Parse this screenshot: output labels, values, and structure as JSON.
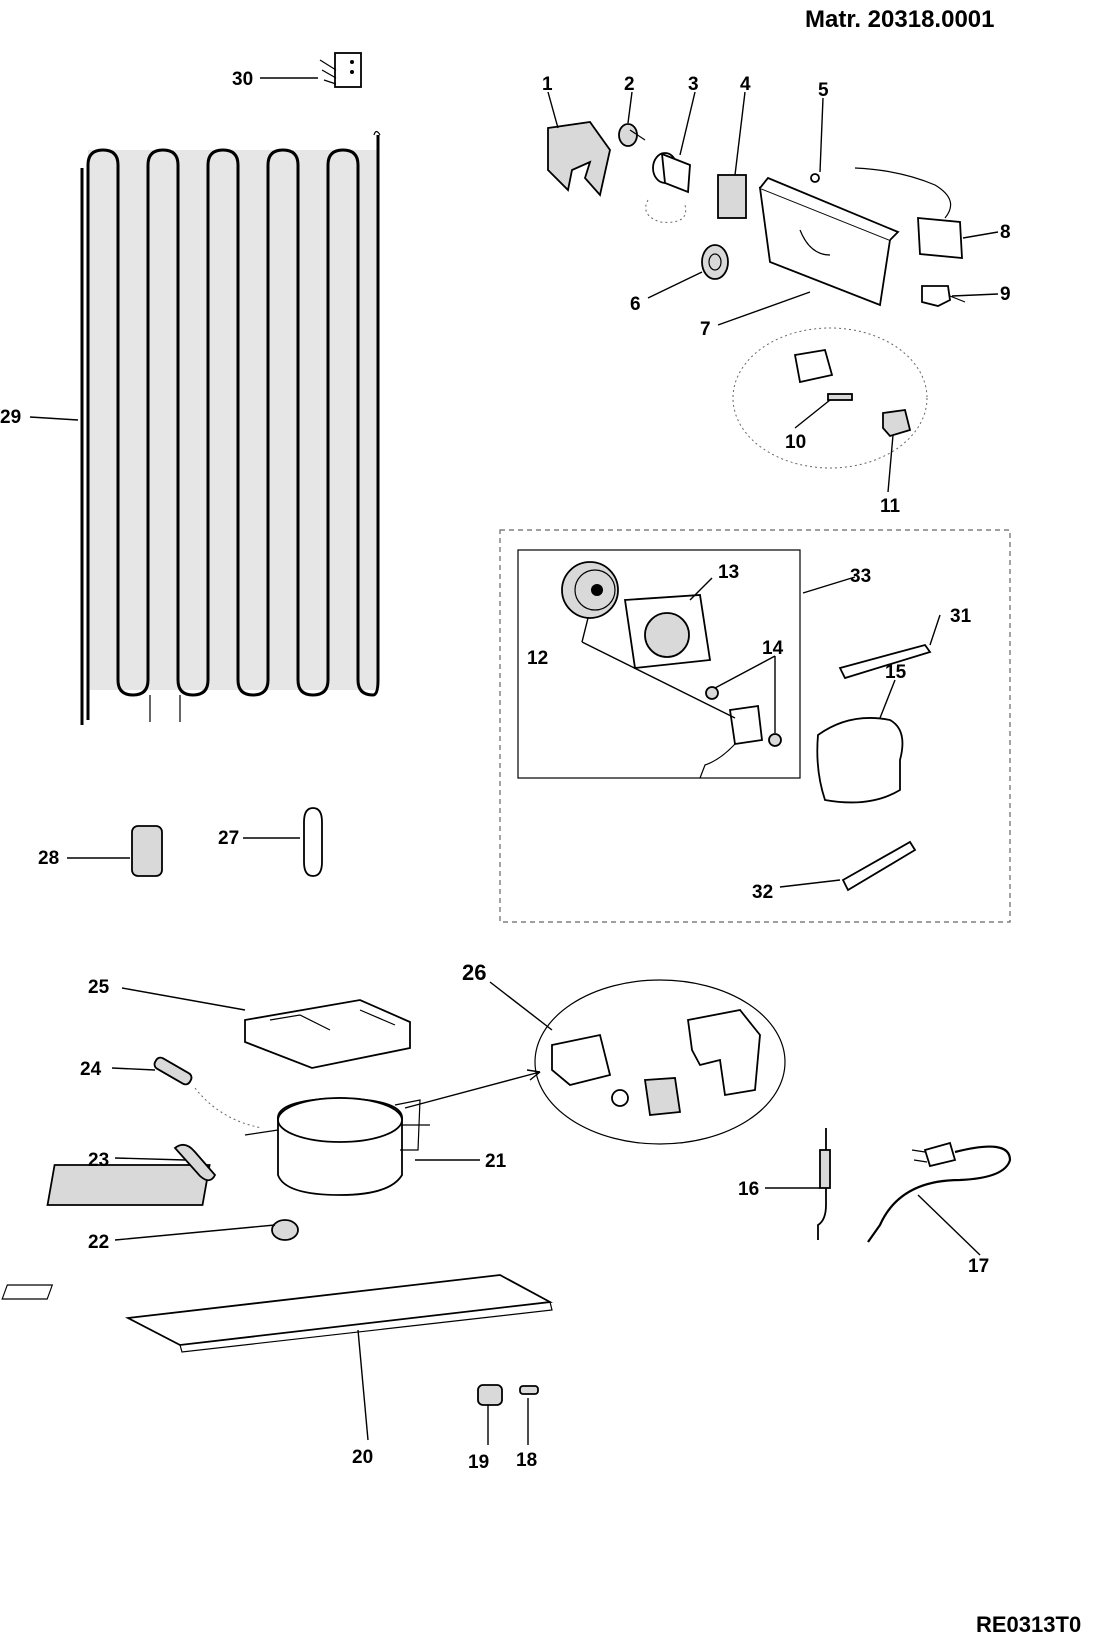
{
  "header": {
    "material_number": "Matr. 20318.0001"
  },
  "footer": {
    "drawing_code": "RE0313T0"
  },
  "callouts": [
    {
      "id": "1",
      "label": "1"
    },
    {
      "id": "2",
      "label": "2"
    },
    {
      "id": "3",
      "label": "3"
    },
    {
      "id": "4",
      "label": "4"
    },
    {
      "id": "5",
      "label": "5"
    },
    {
      "id": "6",
      "label": "6"
    },
    {
      "id": "7",
      "label": "7"
    },
    {
      "id": "8",
      "label": "8"
    },
    {
      "id": "9",
      "label": "9"
    },
    {
      "id": "10",
      "label": "10"
    },
    {
      "id": "11",
      "label": "11"
    },
    {
      "id": "12",
      "label": "12"
    },
    {
      "id": "13",
      "label": "13"
    },
    {
      "id": "14",
      "label": "14"
    },
    {
      "id": "15",
      "label": "15"
    },
    {
      "id": "16",
      "label": "16"
    },
    {
      "id": "17",
      "label": "17"
    },
    {
      "id": "18",
      "label": "18"
    },
    {
      "id": "19",
      "label": "19"
    },
    {
      "id": "20",
      "label": "20"
    },
    {
      "id": "21",
      "label": "21"
    },
    {
      "id": "22",
      "label": "22"
    },
    {
      "id": "23",
      "label": "23"
    },
    {
      "id": "24",
      "label": "24"
    },
    {
      "id": "25",
      "label": "25"
    },
    {
      "id": "26",
      "label": "26"
    },
    {
      "id": "27",
      "label": "27"
    },
    {
      "id": "28",
      "label": "28"
    },
    {
      "id": "29",
      "label": "29"
    },
    {
      "id": "30",
      "label": "30"
    },
    {
      "id": "31",
      "label": "31"
    },
    {
      "id": "32",
      "label": "32"
    },
    {
      "id": "33",
      "label": "33"
    }
  ]
}
